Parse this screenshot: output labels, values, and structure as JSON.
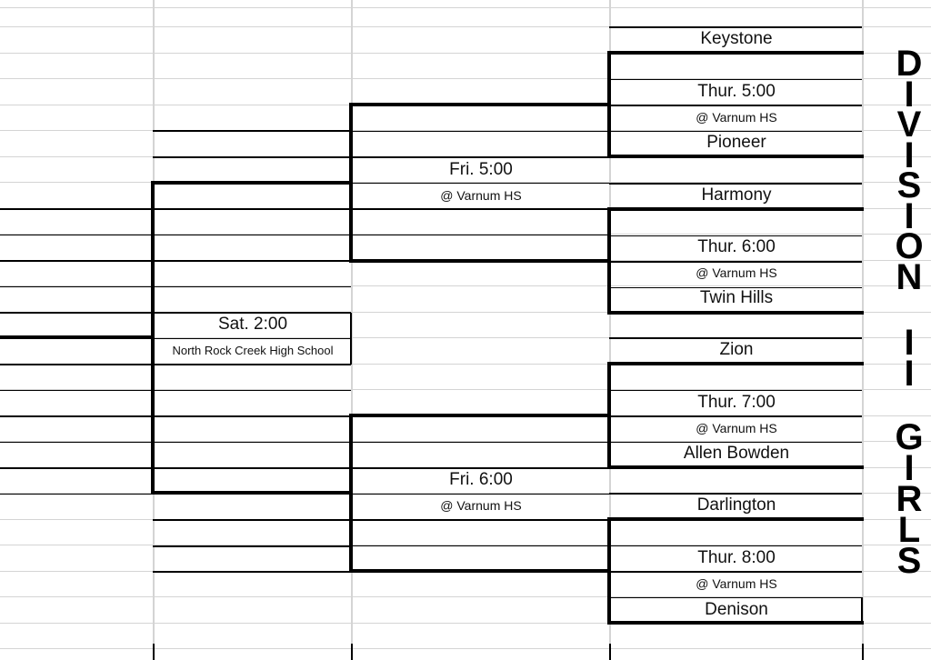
{
  "bracket": {
    "round1": [
      {
        "team_top": "Keystone",
        "time": "Thur. 5:00",
        "venue": "@ Varnum HS",
        "team_bottom": "Pioneer"
      },
      {
        "team_top": "Harmony",
        "time": "Thur. 6:00",
        "venue": "@ Varnum HS",
        "team_bottom": "Twin Hills"
      },
      {
        "team_top": "Zion",
        "time": "Thur. 7:00",
        "venue": "@ Varnum HS",
        "team_bottom": "Allen Bowden"
      },
      {
        "team_top": "Darlington",
        "time": "Thur. 8:00",
        "venue": "@ Varnum HS",
        "team_bottom": "Denison"
      }
    ],
    "semis": [
      {
        "time": "Fri. 5:00",
        "venue": "@ Varnum HS"
      },
      {
        "time": "Fri. 6:00",
        "venue": "@ Varnum HS"
      }
    ],
    "final": {
      "time": "Sat. 2:00",
      "venue": "North Rock Creek High School"
    }
  },
  "title": {
    "word1": [
      "D",
      "I",
      "V",
      "I",
      "S",
      "I",
      "O",
      "N"
    ],
    "word2": [
      "I",
      "I"
    ],
    "word3": [
      "G",
      "I",
      "R",
      "L",
      "S"
    ]
  }
}
